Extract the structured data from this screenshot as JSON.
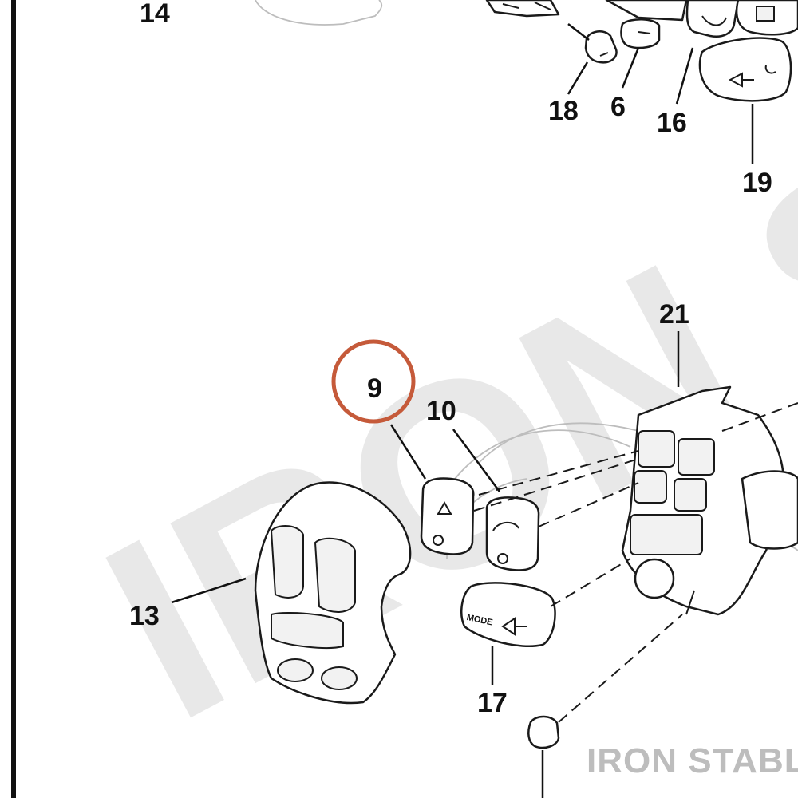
{
  "watermark": {
    "text": "IRON ST"
  },
  "brand": {
    "text": "IRON STABLE"
  },
  "highlight": {
    "color": "#c55a3a",
    "callout": "9"
  },
  "callouts": {
    "c14": "14",
    "c18": "18",
    "c6": "6",
    "c16": "16",
    "c19": "19",
    "c21": "21",
    "c9": "9",
    "c10": "10",
    "c13": "13",
    "c17": "17"
  },
  "part_text": {
    "mode": "MODE"
  }
}
